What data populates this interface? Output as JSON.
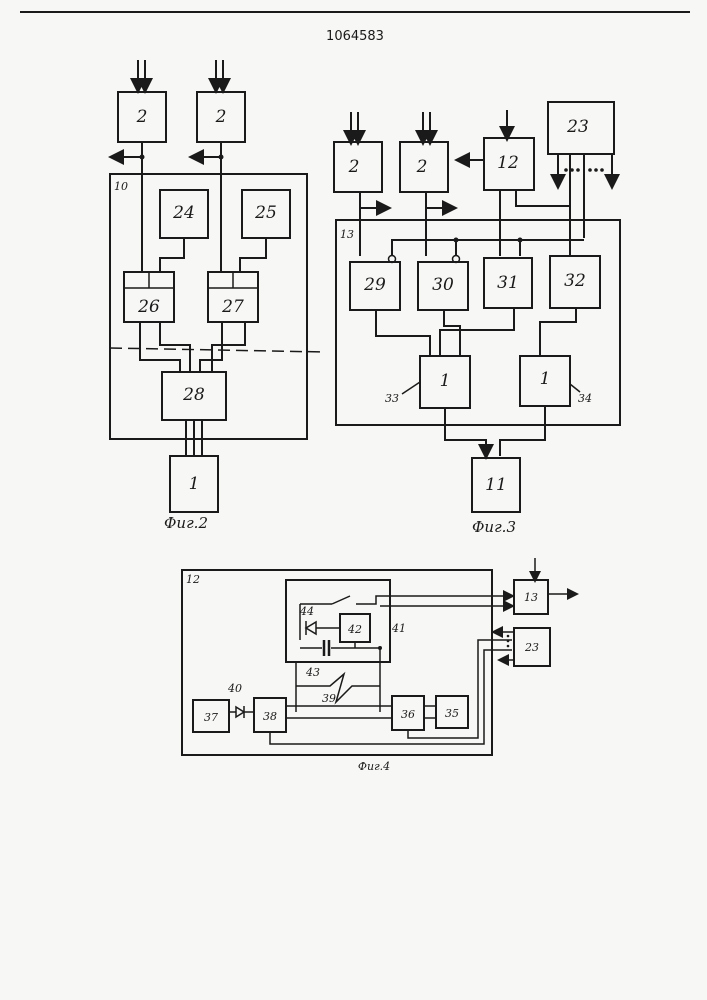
{
  "patent_number": "1064583",
  "fig2": {
    "caption": "Фиг.2",
    "label_2a": "2",
    "label_2b": "2",
    "label_10": "10",
    "label_24": "24",
    "label_25": "25",
    "label_26": "26",
    "label_27": "27",
    "label_28": "28",
    "label_1": "1"
  },
  "fig3": {
    "caption": "Фиг.3",
    "label_2a": "2",
    "label_2b": "2",
    "label_12": "12",
    "label_23": "23",
    "label_13": "13",
    "label_29": "29",
    "label_30": "30",
    "label_31": "31",
    "label_32": "32",
    "label_33_inner": "1",
    "label_34_inner": "1",
    "label_33": "33",
    "label_34": "34",
    "label_11": "11"
  },
  "fig4": {
    "caption": "Фиг.4",
    "label_12": "12",
    "label_13": "13",
    "label_23": "23",
    "label_35": "35",
    "label_36": "36",
    "label_37": "37",
    "label_38": "38",
    "label_39": "39",
    "label_40": "40",
    "label_41": "41",
    "label_42": "42",
    "label_43": "43",
    "label_44": "44"
  }
}
